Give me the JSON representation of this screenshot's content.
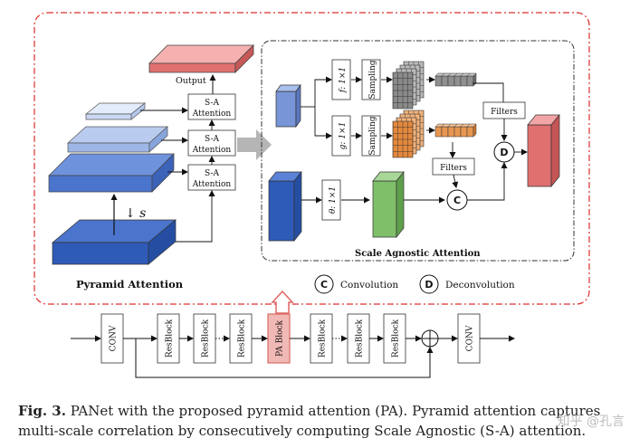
{
  "labels": {
    "output": "Output",
    "sa_attention_line1": "S-A",
    "sa_attention_line2": "Attention",
    "scale_factor": "↓ s",
    "pyramid_attention": "Pyramid Attention",
    "filters": "Filters",
    "f_conv": "f: 1×1",
    "g_conv": "g: 1×1",
    "theta_conv": "θ: 1×1",
    "sampling": "Sampling",
    "scale_agnostic_attention": "Scale Agnostic Attention",
    "conv_symbol": "C",
    "deconv_symbol": "D",
    "legend_convolution": "Convolution",
    "legend_deconvolution": "Deconvolution"
  },
  "network": {
    "blocks": [
      "CONV",
      "ResBlock",
      "ResBlock",
      "ResBlock",
      "PA Block",
      "ResBlock",
      "ResBlock",
      "ResBlock",
      "CONV"
    ],
    "sum_symbol": "+"
  },
  "caption": {
    "figure_label": "Fig. 3.",
    "text": " PANet with the proposed pyramid attention (PA). Pyramid attention captures multi-scale correlation by consecutively computing Scale Agnostic (S-A) attention."
  },
  "watermark": "知乎 @孔言",
  "colors": {
    "red_dash": "#d9302c",
    "blue_dark": "#2f5bb8",
    "blue_mid": "#5b82d6",
    "blue_light": "#a9bfec",
    "red_block": "#e07070",
    "green": "#7fbf6a",
    "orange": "#e79652",
    "pa_block_fill": "#f1b9b5",
    "pa_arrow": "#e06666",
    "gray_arrow": "#b5b5b5"
  }
}
